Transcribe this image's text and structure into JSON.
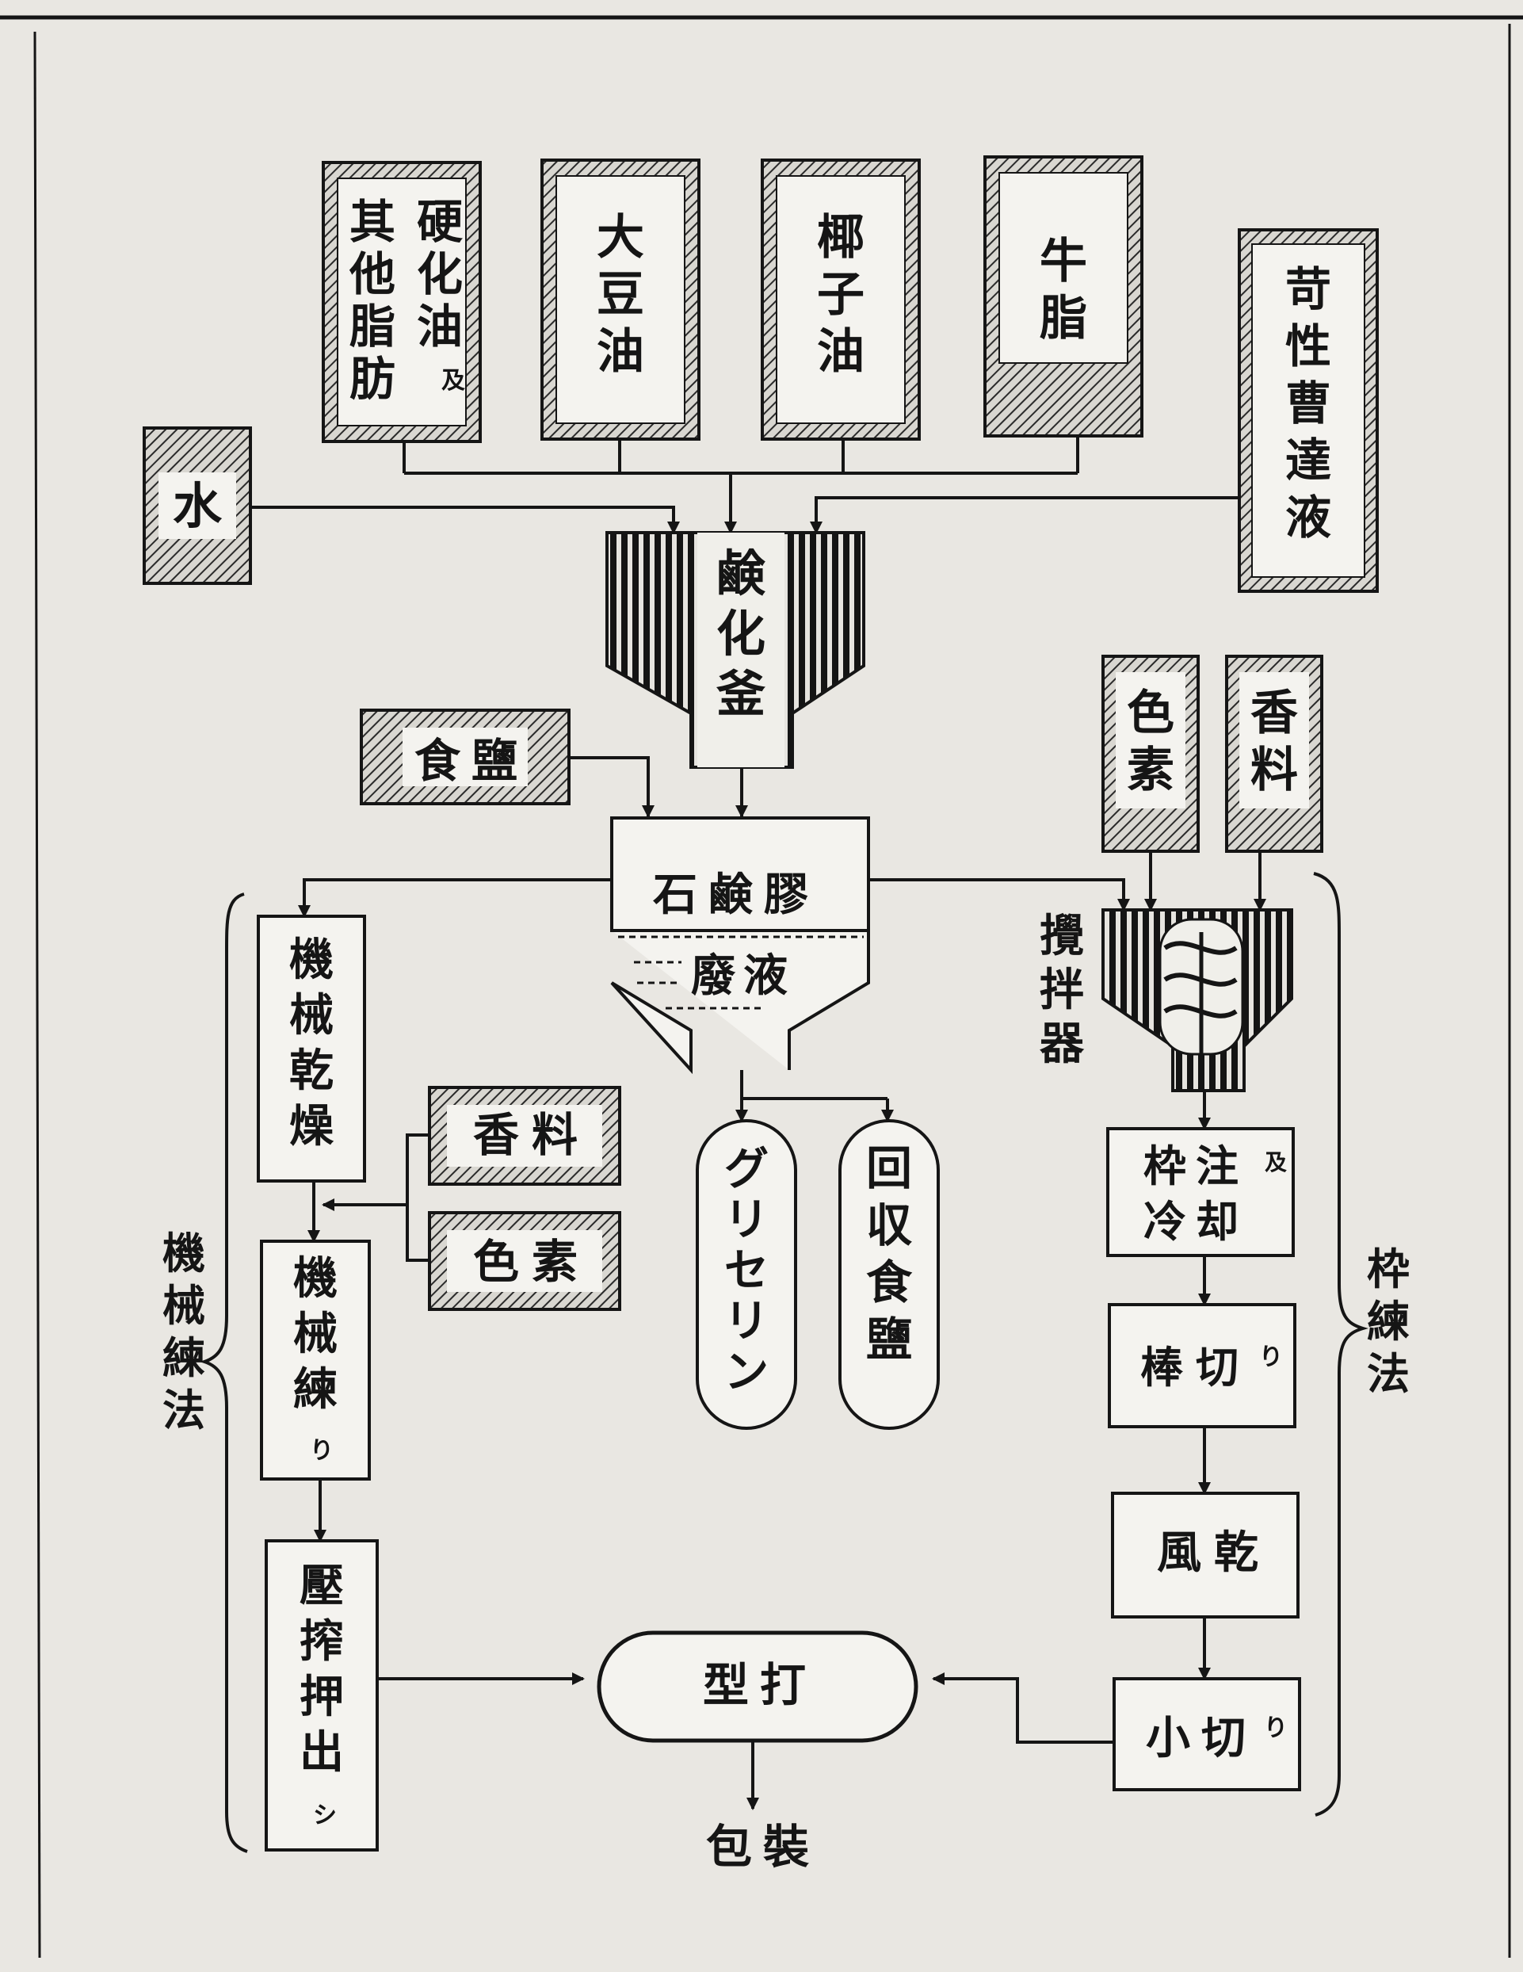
{
  "diagram": {
    "inputs_top": [
      {
        "id": "hardened_oil",
        "text": "硬化油及其他脂肪"
      },
      {
        "id": "soybean_oil",
        "text": "大豆油"
      },
      {
        "id": "coconut_oil",
        "text": "椰子油"
      },
      {
        "id": "beef_tallow",
        "text": "牛脂"
      },
      {
        "id": "caustic_soda",
        "text": "苛性曹達液"
      }
    ],
    "water": "水",
    "saponifier": "鹸化釜",
    "salt": "食鹽",
    "soap_glue": "石鹸膠",
    "waste_liquid": "廢液",
    "glycerin": "グリセリン",
    "recovered_salt": "回収食鹽",
    "color_right": "色素",
    "perfume_right": "香料",
    "mixer": "攪拌器",
    "frame_pour": "枠注及冷却",
    "bar_cut": "棒切り",
    "air_dry": "風乾",
    "small_cut": "小切り",
    "frame_method": "枠練法",
    "mech_dry": "機械乾燥",
    "perfume_left": "香料",
    "color_left": "色素",
    "mech_knead": "機械練り",
    "press_extrude": "壓搾押出シ",
    "mech_method": "機械練法",
    "stamping": "型打",
    "packing": "包裝"
  },
  "colors": {
    "ink": "#151515",
    "paper": "#e9e7e2",
    "box_fill": "#f4f3ef"
  }
}
